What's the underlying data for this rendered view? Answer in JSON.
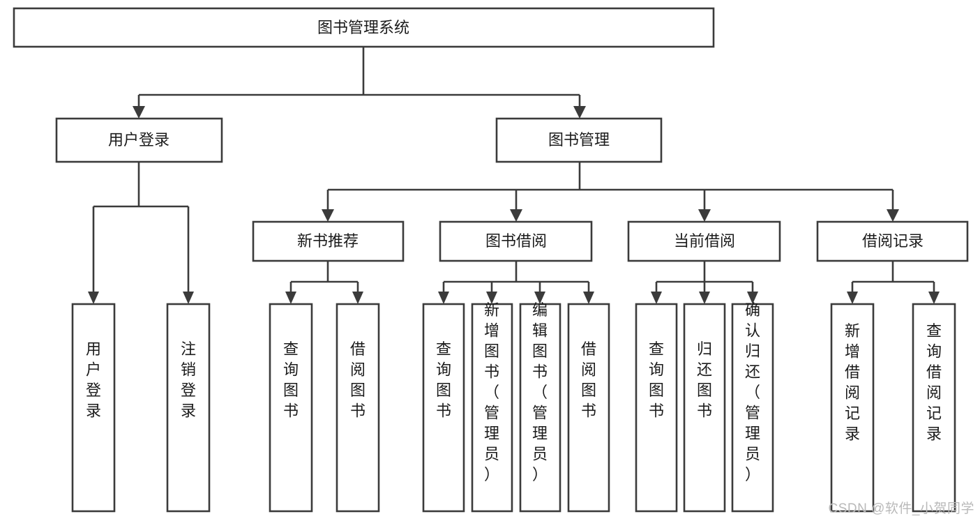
{
  "diagram": {
    "type": "tree",
    "title": "图书管理系统",
    "watermark": "CSDN @软件_小贺同学",
    "colors": {
      "stroke": "#3b3b3b",
      "box_fill": "#ffffff",
      "text": "#1b1b1b",
      "background": "#ffffff",
      "watermark": "#b9b9b9"
    },
    "nodes": {
      "root": {
        "label": "图书管理系统",
        "orientation": "horizontal"
      },
      "level2": [
        {
          "label": "用户登录",
          "orientation": "horizontal"
        },
        {
          "label": "图书管理",
          "orientation": "horizontal"
        }
      ],
      "level3": [
        {
          "label": "新书推荐",
          "orientation": "horizontal"
        },
        {
          "label": "图书借阅",
          "orientation": "horizontal"
        },
        {
          "label": "当前借阅",
          "orientation": "horizontal"
        },
        {
          "label": "借阅记录",
          "orientation": "horizontal"
        }
      ],
      "leaves_user_login": [
        {
          "label": "用户登录",
          "orientation": "vertical"
        },
        {
          "label": "注销登录",
          "orientation": "vertical"
        }
      ],
      "leaves_new_book": [
        {
          "label": "查询图书",
          "orientation": "vertical"
        },
        {
          "label": "借阅图书",
          "orientation": "vertical"
        }
      ],
      "leaves_borrow": [
        {
          "label": "查询图书",
          "orientation": "vertical"
        },
        {
          "label": "新增图书（管理员）",
          "orientation": "vertical"
        },
        {
          "label": "编辑图书（管理员）",
          "orientation": "vertical"
        },
        {
          "label": "借阅图书",
          "orientation": "vertical"
        }
      ],
      "leaves_current": [
        {
          "label": "查询图书",
          "orientation": "vertical"
        },
        {
          "label": "归还图书",
          "orientation": "vertical"
        },
        {
          "label": "确认归还（管理员）",
          "orientation": "vertical"
        }
      ],
      "leaves_records": [
        {
          "label": "新增借阅记录",
          "orientation": "vertical"
        },
        {
          "label": "查询借阅记录",
          "orientation": "vertical"
        }
      ]
    },
    "edges": [
      {
        "from": "图书管理系统",
        "to": "用户登录"
      },
      {
        "from": "图书管理系统",
        "to": "图书管理"
      },
      {
        "from": "图书管理",
        "to": "新书推荐"
      },
      {
        "from": "图书管理",
        "to": "图书借阅"
      },
      {
        "from": "图书管理",
        "to": "当前借阅"
      },
      {
        "from": "图书管理",
        "to": "借阅记录"
      },
      {
        "from": "用户登录",
        "to": "用户登录"
      },
      {
        "from": "用户登录",
        "to": "注销登录"
      },
      {
        "from": "新书推荐",
        "to": "查询图书"
      },
      {
        "from": "新书推荐",
        "to": "借阅图书"
      },
      {
        "from": "图书借阅",
        "to": "查询图书"
      },
      {
        "from": "图书借阅",
        "to": "新增图书（管理员）"
      },
      {
        "from": "图书借阅",
        "to": "编辑图书（管理员）"
      },
      {
        "from": "图书借阅",
        "to": "借阅图书"
      },
      {
        "from": "当前借阅",
        "to": "查询图书"
      },
      {
        "from": "当前借阅",
        "to": "归还图书"
      },
      {
        "from": "当前借阅",
        "to": "确认归还（管理员）"
      },
      {
        "from": "借阅记录",
        "to": "新增借阅记录"
      },
      {
        "from": "借阅记录",
        "to": "查询借阅记录"
      }
    ]
  }
}
